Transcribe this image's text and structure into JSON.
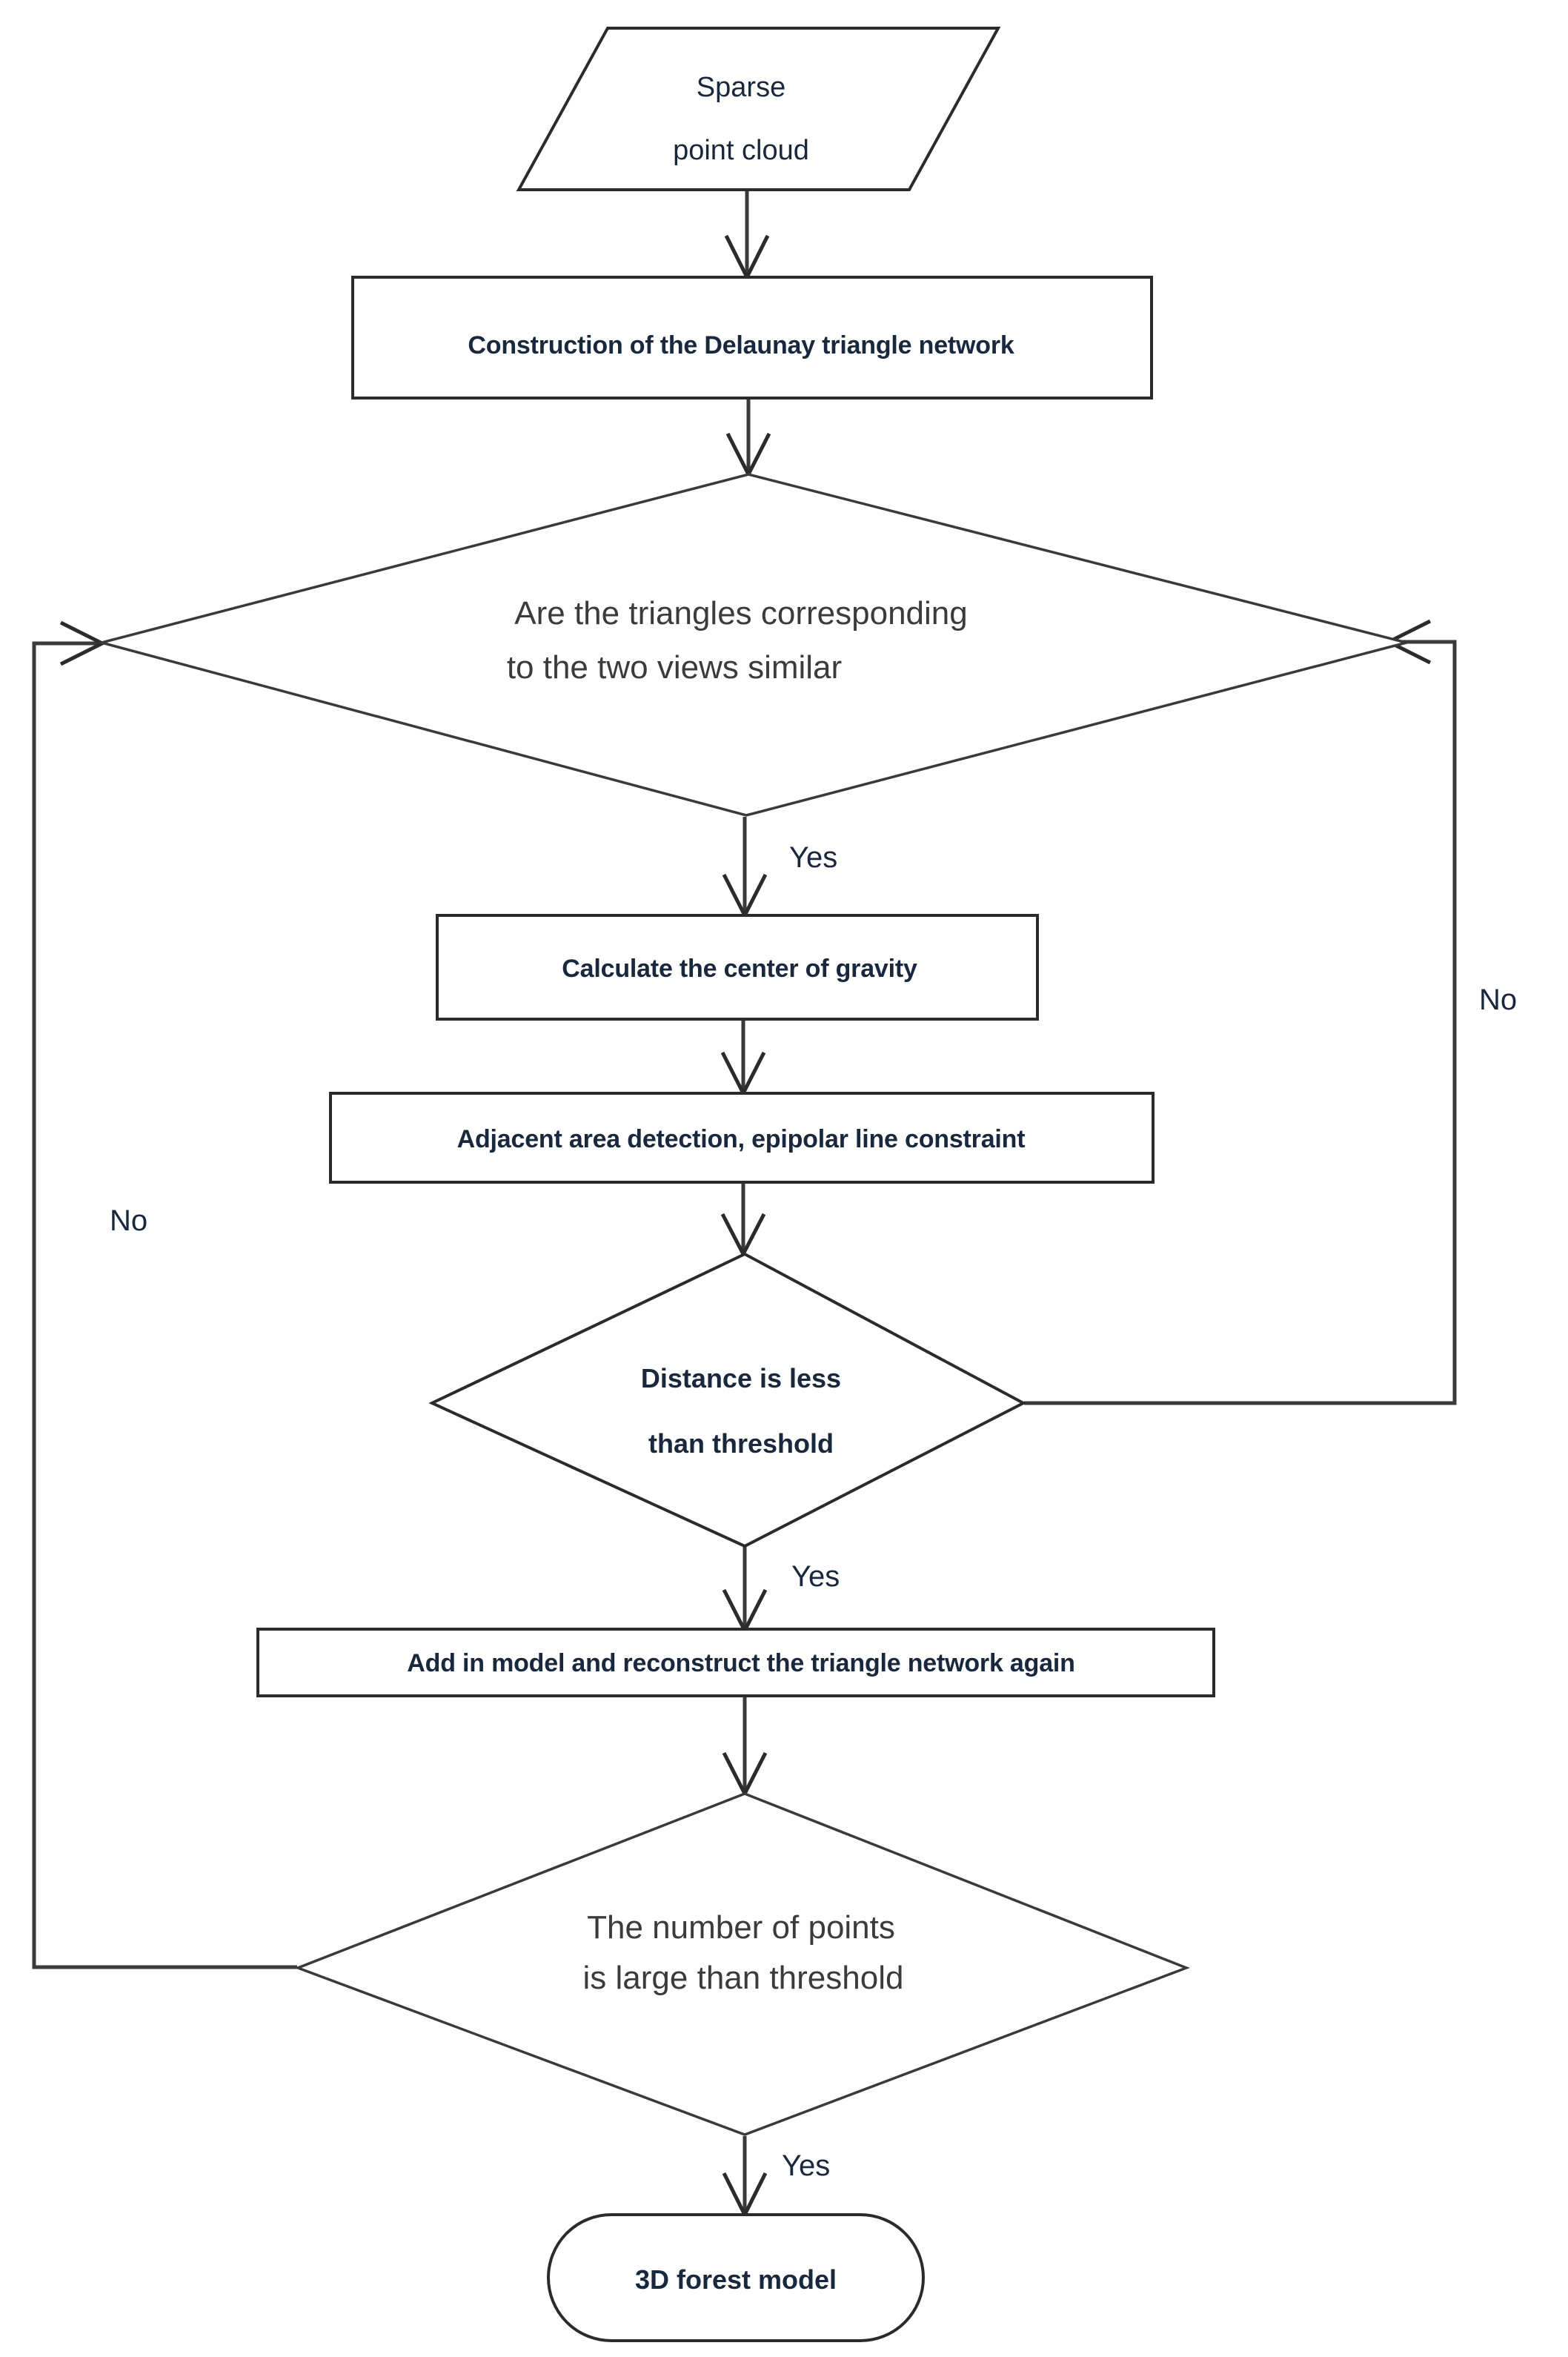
{
  "diagram": {
    "title": "3D forest model reconstruction flowchart",
    "background_color": "#ffffff",
    "line_color": "#2b2b2b",
    "text_color_dark_navy": "#17283f",
    "text_color_gray": "#3b3b3b"
  },
  "nodes": {
    "input_sparse_cloud": {
      "shape": "parallelogram",
      "line1": "Sparse",
      "line2": "point cloud"
    },
    "process_delaunay": {
      "shape": "rectangle",
      "label": "Construction of the Delaunay triangle network"
    },
    "decision_similar": {
      "shape": "diamond",
      "line1": "Are the triangles corresponding",
      "line2": "to the two views similar"
    },
    "process_gravity": {
      "shape": "rectangle",
      "label": "Calculate the center of gravity"
    },
    "process_epipolar": {
      "shape": "rectangle",
      "label": "Adjacent area detection, epipolar line constraint"
    },
    "decision_distance": {
      "shape": "diamond",
      "line1": "Distance is less",
      "line2": "than threshold"
    },
    "process_add_model": {
      "shape": "rectangle",
      "label": "Add in model and reconstruct the triangle network again"
    },
    "decision_points_count": {
      "shape": "diamond",
      "line1": "The number of points",
      "line2": "is large than threshold"
    },
    "terminal_output": {
      "shape": "rounded-rectangle",
      "label": "3D forest model"
    }
  },
  "edge_labels": {
    "similar_yes": "Yes",
    "similar_no_right": "No",
    "distance_no": "No",
    "distance_yes": "Yes",
    "points_no_left": "No",
    "points_yes": "Yes"
  }
}
